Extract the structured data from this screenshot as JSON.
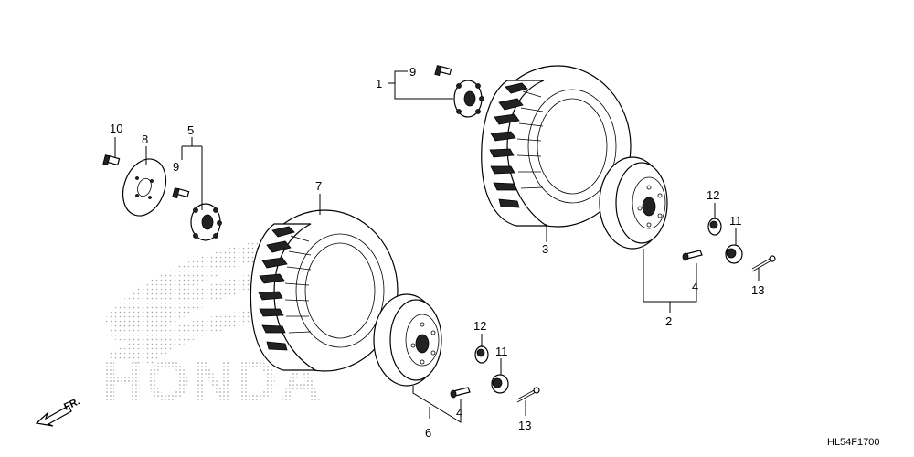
{
  "diagram": {
    "code": "HL54F1700",
    "direction_label": "FR.",
    "watermark": "HONDA",
    "callouts": {
      "rear_hub_assembly": "1",
      "rear_wheel": "2",
      "rear_tire": "3",
      "rear_valve": "4",
      "front_hub_assembly": "5",
      "front_wheel": "6",
      "front_tire": "7",
      "hub_cover_plate": "8",
      "rear_hub_bolt": "9",
      "front_hub_bolt": "9",
      "cover_plate_bolt": "10",
      "rear_nut": "11",
      "rear_cap": "12",
      "rear_cotter_pin": "13",
      "front_valve": "4",
      "front_nut": "11",
      "front_cap": "12",
      "front_cotter_pin": "13"
    }
  }
}
